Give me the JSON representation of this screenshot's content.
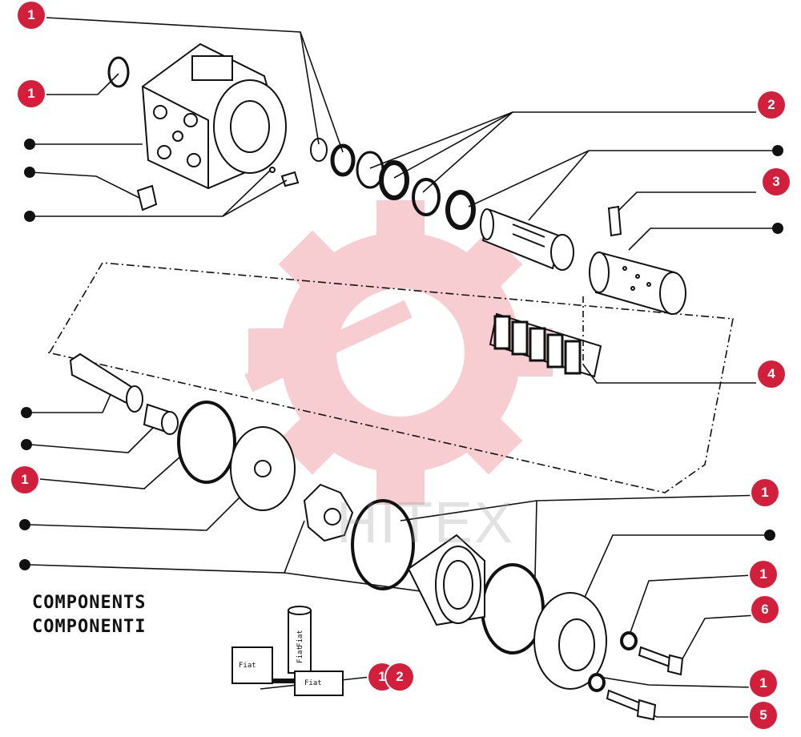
{
  "caption": {
    "line1": "COMPONENTS",
    "line2": "COMPONENTI"
  },
  "watermark": "HITEX",
  "part_stamps": [
    "Fiat",
    "Fiat",
    "Fiat",
    "Fiat"
  ],
  "callouts": {
    "left_top_1": "1",
    "left_seal_1": "1",
    "right_2": "2",
    "right_3": "3",
    "right_4": "4",
    "left_ring_1": "1",
    "right_ring_1": "1",
    "right_washer_1": "1",
    "right_bolt_6": "6",
    "right_washer2_1": "1",
    "right_bolt_5": "5",
    "kit_1": "1",
    "kit_2": "2"
  },
  "colors": {
    "badge": "#d21f3c",
    "line": "#111111",
    "watermark": "#f5b8be"
  }
}
